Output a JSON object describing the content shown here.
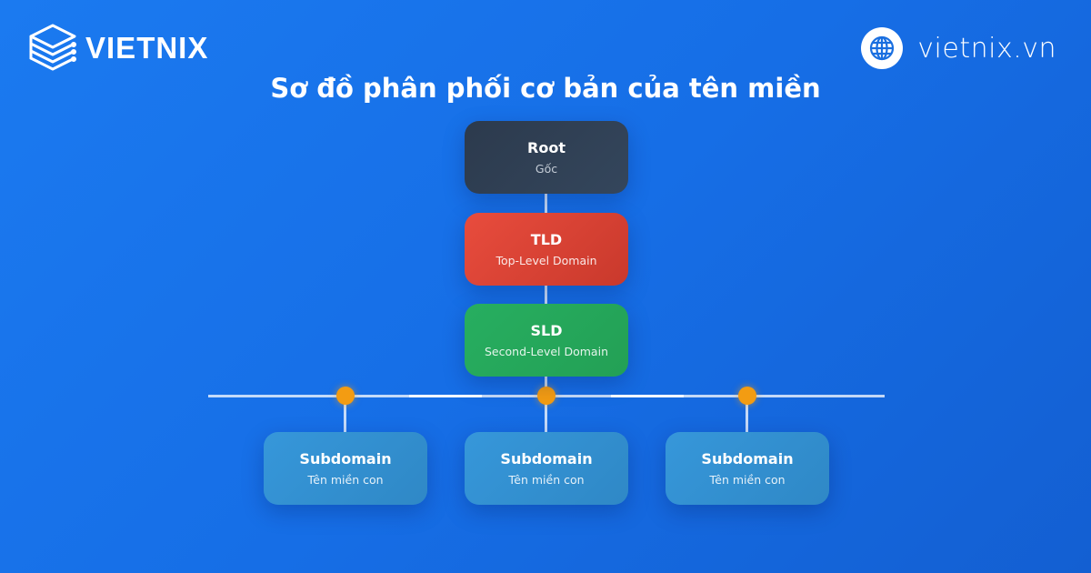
{
  "brand": {
    "logo_text": "VIETNIX",
    "website": "vietnix.vn",
    "logo_icon": "stacked-server-icon",
    "website_icon": "globe-icon"
  },
  "diagram": {
    "title": "Sơ đồ phân phối cơ bản của tên miền",
    "nodes": {
      "root": {
        "title": "Root",
        "subtitle": "Gốc",
        "color": "#2f3e52"
      },
      "tld": {
        "title": "TLD",
        "subtitle": "Top-Level Domain",
        "color": "#e04535"
      },
      "sld": {
        "title": "SLD",
        "subtitle": "Second-Level Domain",
        "color": "#25a75a"
      },
      "subdomains": [
        {
          "title": "Subdomain",
          "subtitle": "Tên miền con",
          "color": "#3390d0"
        },
        {
          "title": "Subdomain",
          "subtitle": "Tên miền con",
          "color": "#3390d0"
        },
        {
          "title": "Subdomain",
          "subtitle": "Tên miền con",
          "color": "#3390d0"
        }
      ]
    },
    "edges": [
      [
        "Root",
        "TLD"
      ],
      [
        "TLD",
        "SLD"
      ],
      [
        "SLD",
        "Subdomain 1"
      ],
      [
        "SLD",
        "Subdomain 2"
      ],
      [
        "SLD",
        "Subdomain 3"
      ]
    ],
    "connector_dot_color": "#f39c12",
    "background_color": "#1870e6"
  }
}
